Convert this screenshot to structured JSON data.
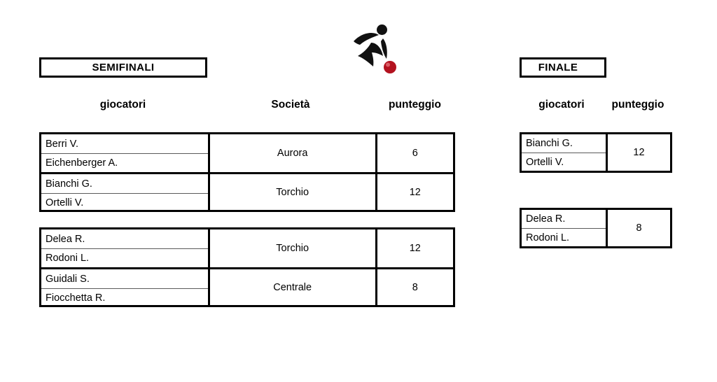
{
  "logo": {
    "name": "bowls-player-logo",
    "ball_color": "#b3121f",
    "figure_color": "#111111"
  },
  "semifinals": {
    "title": "SEMIFINALI",
    "headers": {
      "players": "giocatori",
      "club": "Società",
      "score": "punteggio"
    },
    "matches": [
      {
        "teams": [
          {
            "players": [
              "Berri V.",
              "Eichenberger A."
            ],
            "club": "Aurora",
            "score": "6"
          },
          {
            "players": [
              "Bianchi G.",
              "Ortelli V."
            ],
            "club": "Torchio",
            "score": "12"
          }
        ]
      },
      {
        "teams": [
          {
            "players": [
              "Delea R.",
              "Rodoni L."
            ],
            "club": "Torchio",
            "score": "12"
          },
          {
            "players": [
              "Guidali S.",
              "Fiocchetta R."
            ],
            "club": "Centrale",
            "score": "8"
          }
        ]
      }
    ]
  },
  "final": {
    "title": "FINALE",
    "headers": {
      "players": "giocatori",
      "score": "punteggio"
    },
    "teams": [
      {
        "players": [
          "Bianchi G.",
          "Ortelli V."
        ],
        "score": "12"
      },
      {
        "players": [
          "Delea R.",
          "Rodoni L."
        ],
        "score": "8"
      }
    ]
  }
}
